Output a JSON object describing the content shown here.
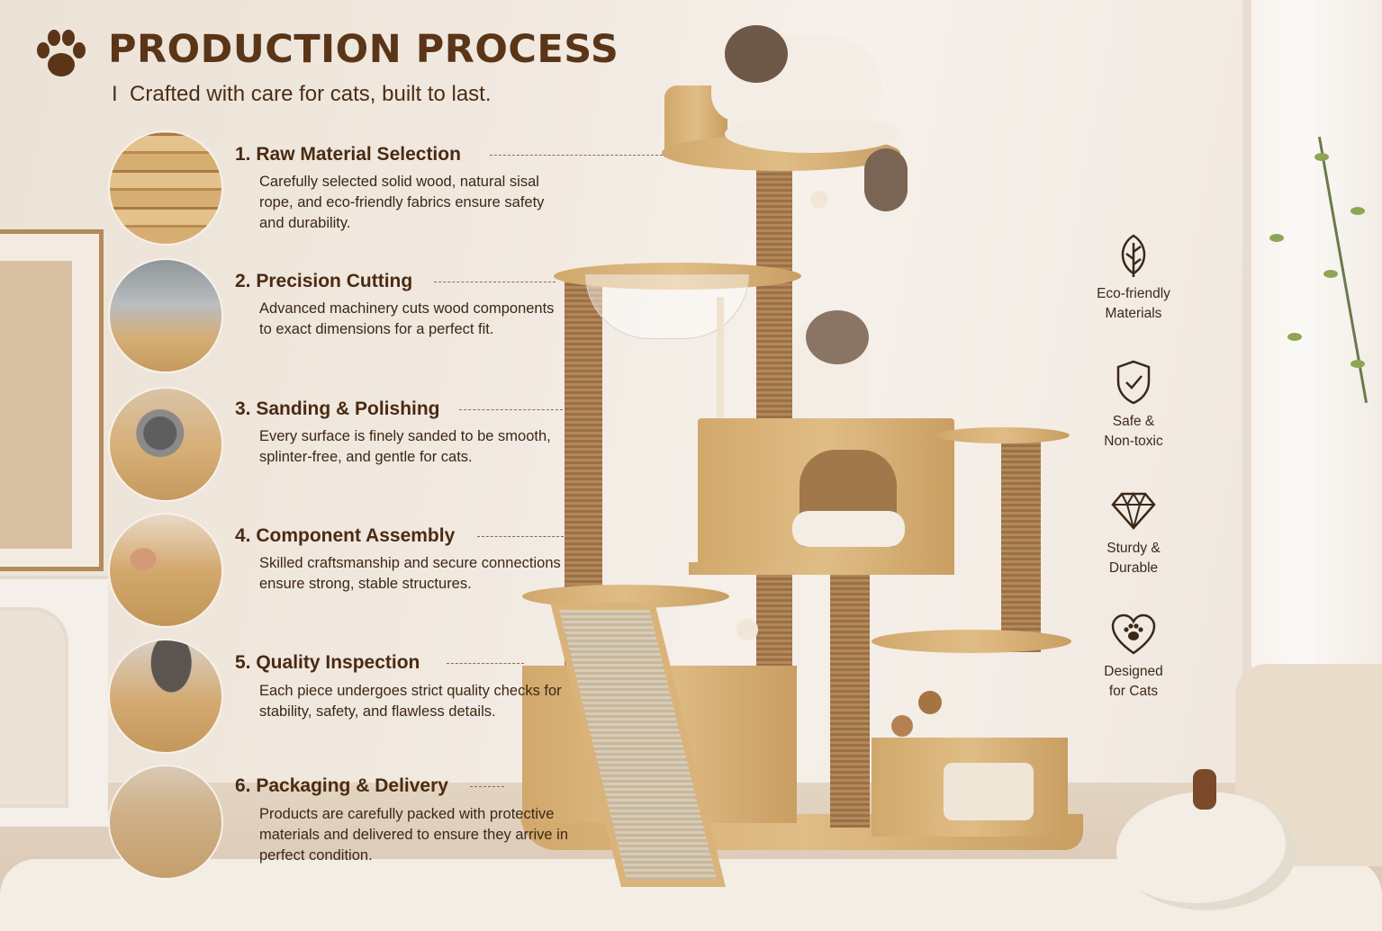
{
  "header": {
    "title": "PRODUCTION PROCESS",
    "subtitle": "Crafted with care for cats, built to last.",
    "subtitle_bar": "I"
  },
  "steps": [
    {
      "title": "1. Raw Material Selection",
      "desc": "Carefully selected solid wood, natural sisal rope, and eco-friendly fabrics ensure safety and durability.",
      "image": "stacked-lumber"
    },
    {
      "title": "2. Precision Cutting",
      "desc": "Advanced machinery cuts wood components to exact dimensions for a perfect fit.",
      "image": "cnc-machine"
    },
    {
      "title": "3. Sanding & Polishing",
      "desc": "Every surface is finely sanded to be smooth, splinter-free, and gentle for cats.",
      "image": "sanding-tool"
    },
    {
      "title": "4. Component Assembly",
      "desc": "Skilled craftsmanship and secure connections ensure strong, stable structures.",
      "image": "assembly-hands"
    },
    {
      "title": "5. Quality Inspection",
      "desc": "Each piece undergoes strict quality checks for stability, safety, and flawless details.",
      "image": "inspection-caliper"
    },
    {
      "title": "6. Packaging & Delivery",
      "desc": "Products are carefully packed with protective materials and delivered to ensure they arrive in perfect condition.",
      "image": "cardboard-box"
    }
  ],
  "features": [
    {
      "icon": "leaf-icon",
      "line1": "Eco-friendly",
      "line2": "Materials"
    },
    {
      "icon": "shield-check-icon",
      "line1": "Safe &",
      "line2": "Non-toxic"
    },
    {
      "icon": "diamond-icon",
      "line1": "Sturdy &",
      "line2": "Durable"
    },
    {
      "icon": "heart-paw-icon",
      "line1": "Designed",
      "line2": "for Cats"
    }
  ],
  "colors": {
    "title_brown": "#5a3518",
    "text_brown": "#3d2716",
    "wood": "#d8b27a",
    "rope": "#a87c50",
    "background": "#efe6dc"
  }
}
